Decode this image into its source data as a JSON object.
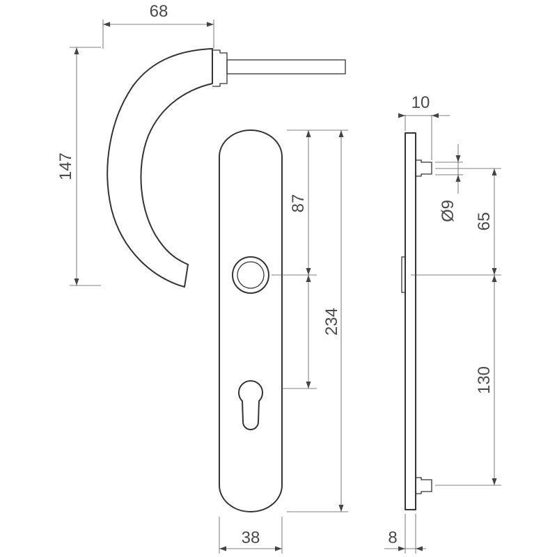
{
  "drawing": {
    "dimensions": {
      "handle_width": "68",
      "handle_height": "147",
      "plate_top_to_spindle": "87",
      "plate_length": "234",
      "plate_width": "38",
      "screw_to_spindle": "65",
      "spindle_to_screw": "130",
      "screw_diameter": "Ø9",
      "side_projection": "10",
      "plate_thickness": "8"
    }
  }
}
